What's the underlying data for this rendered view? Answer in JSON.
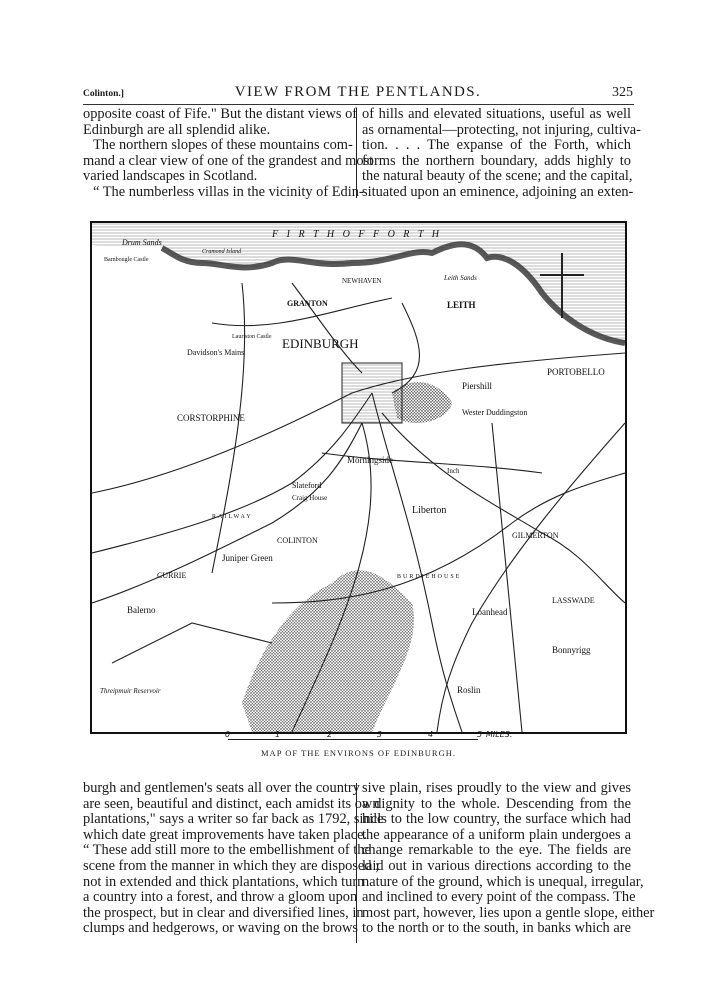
{
  "header": {
    "section": "Colinton.]",
    "title": "VIEW FROM THE PENTLANDS.",
    "page_number": "325"
  },
  "top_left_lines": [
    "opposite coast of Fife.\"  But the distant views of",
    "Edinburgh are all splendid alike.",
    "The northern slopes of these mountains com-",
    "mand a clear view of one of the grandest and most",
    "varied landscapes in Scotland.",
    "“ The numberless villas in the vicinity of Edin-"
  ],
  "top_right_lines": [
    "of hills and elevated situations, useful as well",
    "as ornamental—protecting, not injuring, cultiva-",
    "tion. . . .  The expanse of the Forth, which",
    "forms the northern boundary, adds highly to",
    "the natural beauty of the scene; and the capital,",
    "situated upon an eminence, adjoining an exten-"
  ],
  "map": {
    "caption": "MAP OF THE ENVIRONS OF EDINBURGH.",
    "scale_ticks": [
      "0",
      "1",
      "2",
      "3",
      "4",
      "5"
    ],
    "scale_unit": "MILES.",
    "labels": {
      "firth": "F I R T H     O F     F O R T H",
      "drum_sands": "Drum Sands",
      "barnbougle": "Barnbougle Castle",
      "cramond_island": "Cramond Island",
      "granton": "GRANTON",
      "newhaven": "NEWHAVEN",
      "leith_sands": "Leith Sands",
      "leith": "LEITH",
      "edinburgh": "EDINBURGH",
      "davidsons_mains": "Davidson's Mains",
      "lauriston": "Lauriston Castle",
      "portobello": "PORTOBELLO",
      "piershill": "Piershill",
      "duddingston": "Wester Duddingston",
      "corstorphine": "CORSTORPHINE",
      "morningside": "Morningside",
      "slateford": "Slateford",
      "craig_house": "Craig House",
      "liberton": "Liberton",
      "inch": "Inch",
      "gilmerton": "GILMERTON",
      "colinton": "COLINTON",
      "juniper_green": "Juniper Green",
      "currie": "CURRIE",
      "balerno": "Balerno",
      "loanhead": "Loanhead",
      "lasswade": "LASSWADE",
      "bonnyrigg": "Bonnyrigg",
      "roslin": "Roslin",
      "threipmuir": "Threipmuir Reservoir",
      "burdiehouse": "BURDIEHOUSE",
      "railway": "RAILWAY"
    }
  },
  "bottom_left_lines": [
    "burgh and gentlemen's seats all over the country",
    "are seen, beautiful and distinct, each amidst its own",
    "plantations,\" says a writer so far back as 1792, since",
    "which date great improvements have taken place.",
    "“ These add still more to the embellishment of the",
    "scene from the manner in which they are disposed ;",
    "not in extended and thick plantations, which turn",
    "a country into a forest, and throw a gloom upon",
    "the prospect, but in clear and diversified lines, in",
    "clumps and hedgerows, or waving on the brows"
  ],
  "bottom_right_lines": [
    "sive plain, rises proudly to the view and gives",
    "a dignity to the whole.  Descending from the",
    "hills to the low country, the surface which had",
    "the appearance of a uniform plain undergoes a",
    "change remarkable to the eye.  The fields are",
    "laid out in various directions according to the",
    "nature of the ground, which is unequal, irregular,",
    "and inclined to every point of the compass.  The",
    "most part, however, lies upon a gentle slope, either",
    "to the north or to the south, in banks which are"
  ]
}
